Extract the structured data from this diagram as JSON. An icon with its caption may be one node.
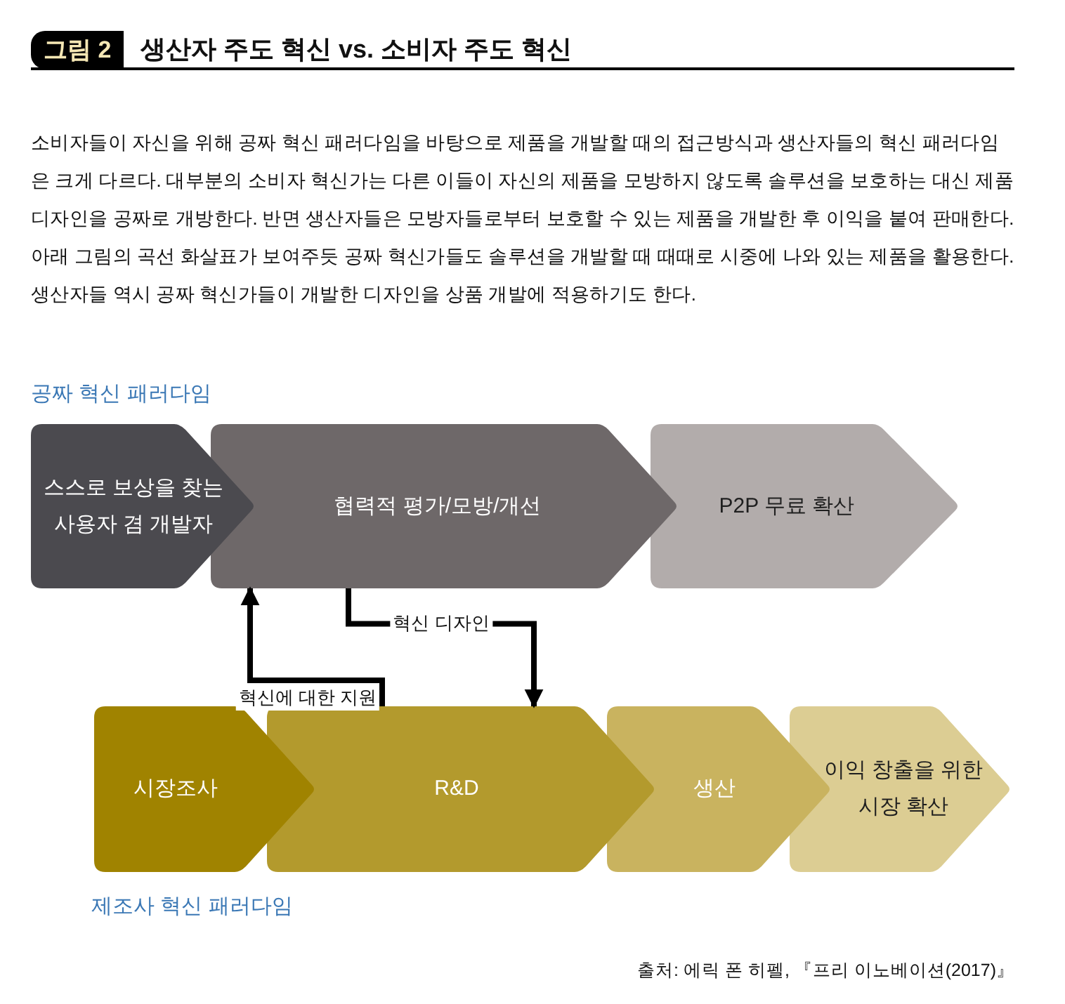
{
  "diagram": {
    "title": "생산자 주도 혁신 vs. 소비자 주도 혁신",
    "nodes": [
      {
        "text": [
          "스스로 보상을 찾는 사용자 겸 개발자"
        ]
      },
      {
        "text": [
          "협력적 평가/모방/개선"
        ]
      },
      {
        "text": [
          "P2P 무료 확산"
        ]
      },
      {
        "text": [
          "시장조사"
        ]
      },
      {
        "text": [
          "R&D"
        ]
      },
      {
        "text": [
          "생산"
        ]
      },
      {
        "text": [
          "이익 창출을 위한 시장 확산"
        ]
      }
    ],
    "edges": [
      {
        "from": 4,
        "to": 1,
        "arrow": "to",
        "label": "혁신에 대한 지원"
      },
      {
        "from": 1,
        "to": 4,
        "arrow": "to",
        "label": "혁신 디자인"
      }
    ],
    "labels": [
      "그림 2",
      "소비자들이 자신을 위해 공짜 혁신 패러다임을 바탕으로 제품을 개발할 때의 접근방식과 생산자들의 혁신 패러다임은 크게 다르다. 대부분의 소비자 혁신가는 다른 이들이 자신의 제품을 모방하지 않도록 솔루션을 보호하는 대신 제품디자인을 공짜로 개방한다. 반면 생산자들은 모방자들로부터 보호할 수 있는 제품을 개발한 후 이익을 붙여 판매한다. 아래 그림의 곡선 화살표가 보여주듯 공짜 혁신가들도 솔루션을 개발할 때 때때로 시중에 나와 있는 제품을 활용한다. 생산자들 역시 공짜 혁신가들이 개발한 디자인을 상품 개발에 적용하기도 한다.",
      "공짜 혁신 패러다임",
      "제조사 혁신 패러다임",
      "출처: 에릭 폰 히펠, 『프리 이노베이션(2017)』"
    ]
  }
}
